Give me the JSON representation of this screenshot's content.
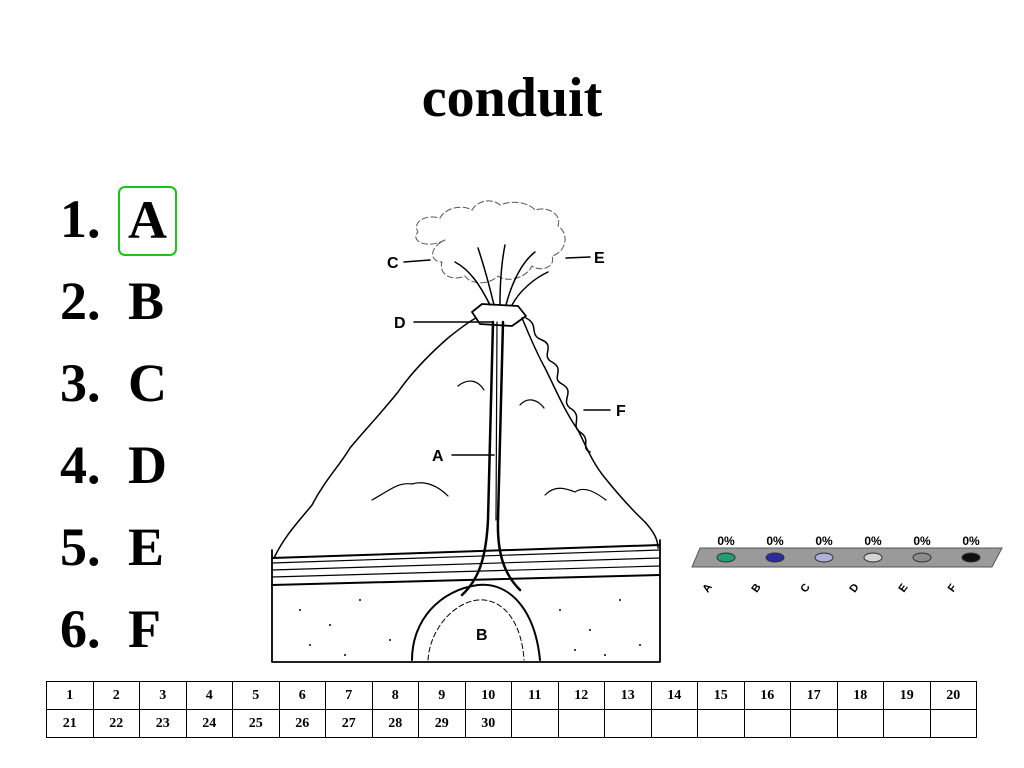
{
  "question": {
    "title": "conduit"
  },
  "options": [
    {
      "num": "1.",
      "letter": "A",
      "correct": true
    },
    {
      "num": "2.",
      "letter": "B"
    },
    {
      "num": "3.",
      "letter": "C"
    },
    {
      "num": "4.",
      "letter": "D"
    },
    {
      "num": "5.",
      "letter": "E"
    },
    {
      "num": "6.",
      "letter": "F"
    }
  ],
  "diagram_labels": {
    "a": "A",
    "b": "B",
    "c": "C",
    "d": "D",
    "e": "E",
    "f": "F"
  },
  "response_legend": [
    {
      "label": "A",
      "percent": "0%",
      "color": "#20a070"
    },
    {
      "label": "B",
      "percent": "0%",
      "color": "#2c2c9c"
    },
    {
      "label": "C",
      "percent": "0%",
      "color": "#b0b0dc"
    },
    {
      "label": "D",
      "percent": "0%",
      "color": "#d4d4d4"
    },
    {
      "label": "E",
      "percent": "0%",
      "color": "#8c8c8c"
    },
    {
      "label": "F",
      "percent": "0%",
      "color": "#101010"
    }
  ],
  "grid": {
    "row1": [
      "1",
      "2",
      "3",
      "4",
      "5",
      "6",
      "7",
      "8",
      "9",
      "10",
      "11",
      "12",
      "13",
      "14",
      "15",
      "16",
      "17",
      "18",
      "19",
      "20"
    ],
    "row2": [
      "21",
      "22",
      "23",
      "24",
      "25",
      "26",
      "27",
      "28",
      "29",
      "30",
      "",
      "",
      "",
      "",
      "",
      "",
      "",
      "",
      "",
      ""
    ]
  }
}
